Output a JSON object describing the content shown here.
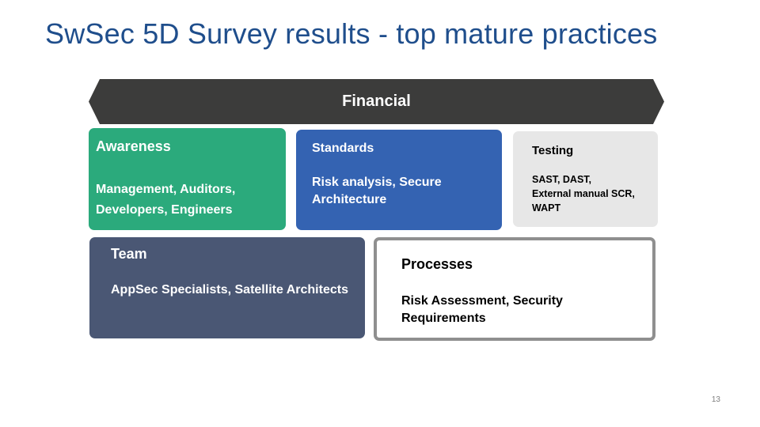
{
  "title": "SwSec 5D Survey results - top mature practices",
  "banner": {
    "label": "Financial",
    "color": "#3C3C3B"
  },
  "boxes": {
    "awareness": {
      "heading": "Awareness",
      "body": "Management, Auditors, Developers, Engineers",
      "color": "#2BAA7C"
    },
    "standards": {
      "heading": "Standards",
      "body": "Risk analysis,  Secure Architecture",
      "color": "#3463B2"
    },
    "testing": {
      "heading": "Testing",
      "body_lines": [
        "SAST, DAST,",
        "External manual SCR,",
        "WAPT"
      ],
      "color": "#E7E7E7"
    },
    "team": {
      "heading": "Team",
      "body": "AppSec Specialists, Satellite Architects",
      "color": "#4A5774"
    },
    "processes": {
      "heading": "Processes",
      "body": "Risk Assessment, Security Requirements",
      "border_color": "#8F8F8F"
    }
  },
  "page_number": "13"
}
